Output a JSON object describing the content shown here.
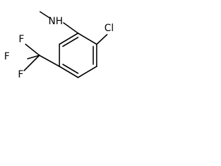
{
  "molecule": {
    "atoms": {
      "amine": "NH",
      "chlorine": "Cl",
      "fluorine_top": "F",
      "fluorine_left": "F",
      "fluorine_bottom": "F"
    }
  }
}
